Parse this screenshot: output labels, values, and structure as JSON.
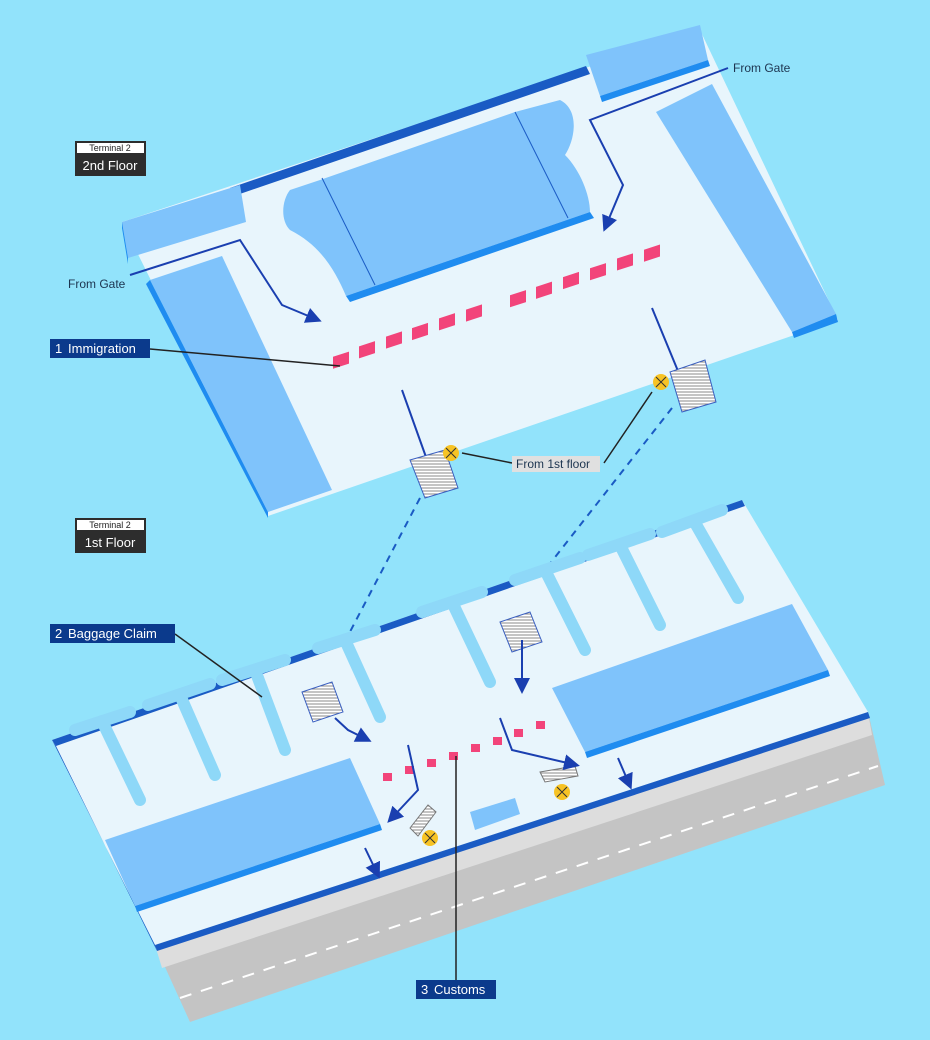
{
  "floor2": {
    "building": "Terminal 2",
    "floor": "2nd Floor"
  },
  "floor1": {
    "building": "Terminal 2",
    "floor": "1st Floor"
  },
  "labels": {
    "from_gate_top": "From Gate",
    "from_gate_left": "From Gate",
    "from_1st_floor": "From 1st floor"
  },
  "points": [
    {
      "num": "1",
      "name": "Immigration"
    },
    {
      "num": "2",
      "name": "Baggage Claim"
    },
    {
      "num": "3",
      "name": "Customs"
    }
  ],
  "colors": {
    "background": "#92e3fb",
    "floor": "#e8f5fc",
    "block": "#7fc3fb",
    "edge": "#1a5bc4",
    "desk": "#f2447a",
    "label_bg": "#0b3a8c",
    "floor_label_bg": "#2d2d2d",
    "road": "#c4c4c4"
  }
}
